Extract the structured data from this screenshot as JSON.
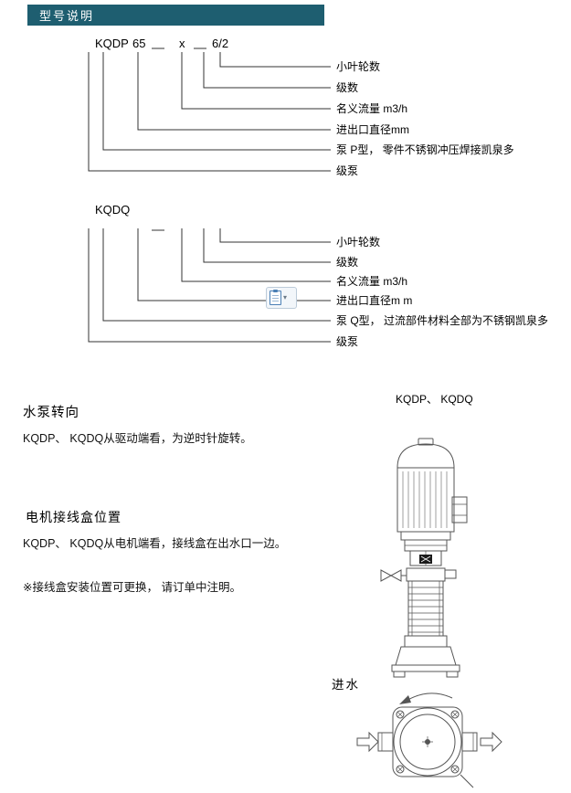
{
  "colors": {
    "header_bg": "#1e5e70",
    "line": "#333333"
  },
  "header": {
    "title": "型号说明"
  },
  "model_diagrams": [
    {
      "code": {
        "series": "KQDP",
        "diameter": "65",
        "flow": "x",
        "stages": "6/2"
      },
      "labels": [
        "小叶轮数",
        "级数",
        "名义流量 m3/h",
        "进出口直径mm",
        "泵 P型， 零件不锈钢冲压焊接凯泉多",
        "级泵"
      ]
    },
    {
      "code": {
        "series": "KQDQ"
      },
      "labels": [
        "小叶轮数",
        "级数",
        "名义流量 m3/h",
        "进出口直径m m",
        "泵 Q型， 过流部件材料全部为不锈钢凯泉多",
        "级泵"
      ]
    }
  ],
  "rotation_section": {
    "title": "水泵转向",
    "body": "KQDP、 KQDQ从驱动端看，为逆时针旋转。"
  },
  "drawing": {
    "caption": "KQDP、 KQDQ",
    "inlet_label": "进水"
  },
  "junction_section": {
    "title": "电机接线盒位置",
    "body": "KQDP、 KQDQ从电机端看，接线盒在出水口一边。",
    "note": "※接线盒安装位置可更换， 请订单中注明。"
  }
}
